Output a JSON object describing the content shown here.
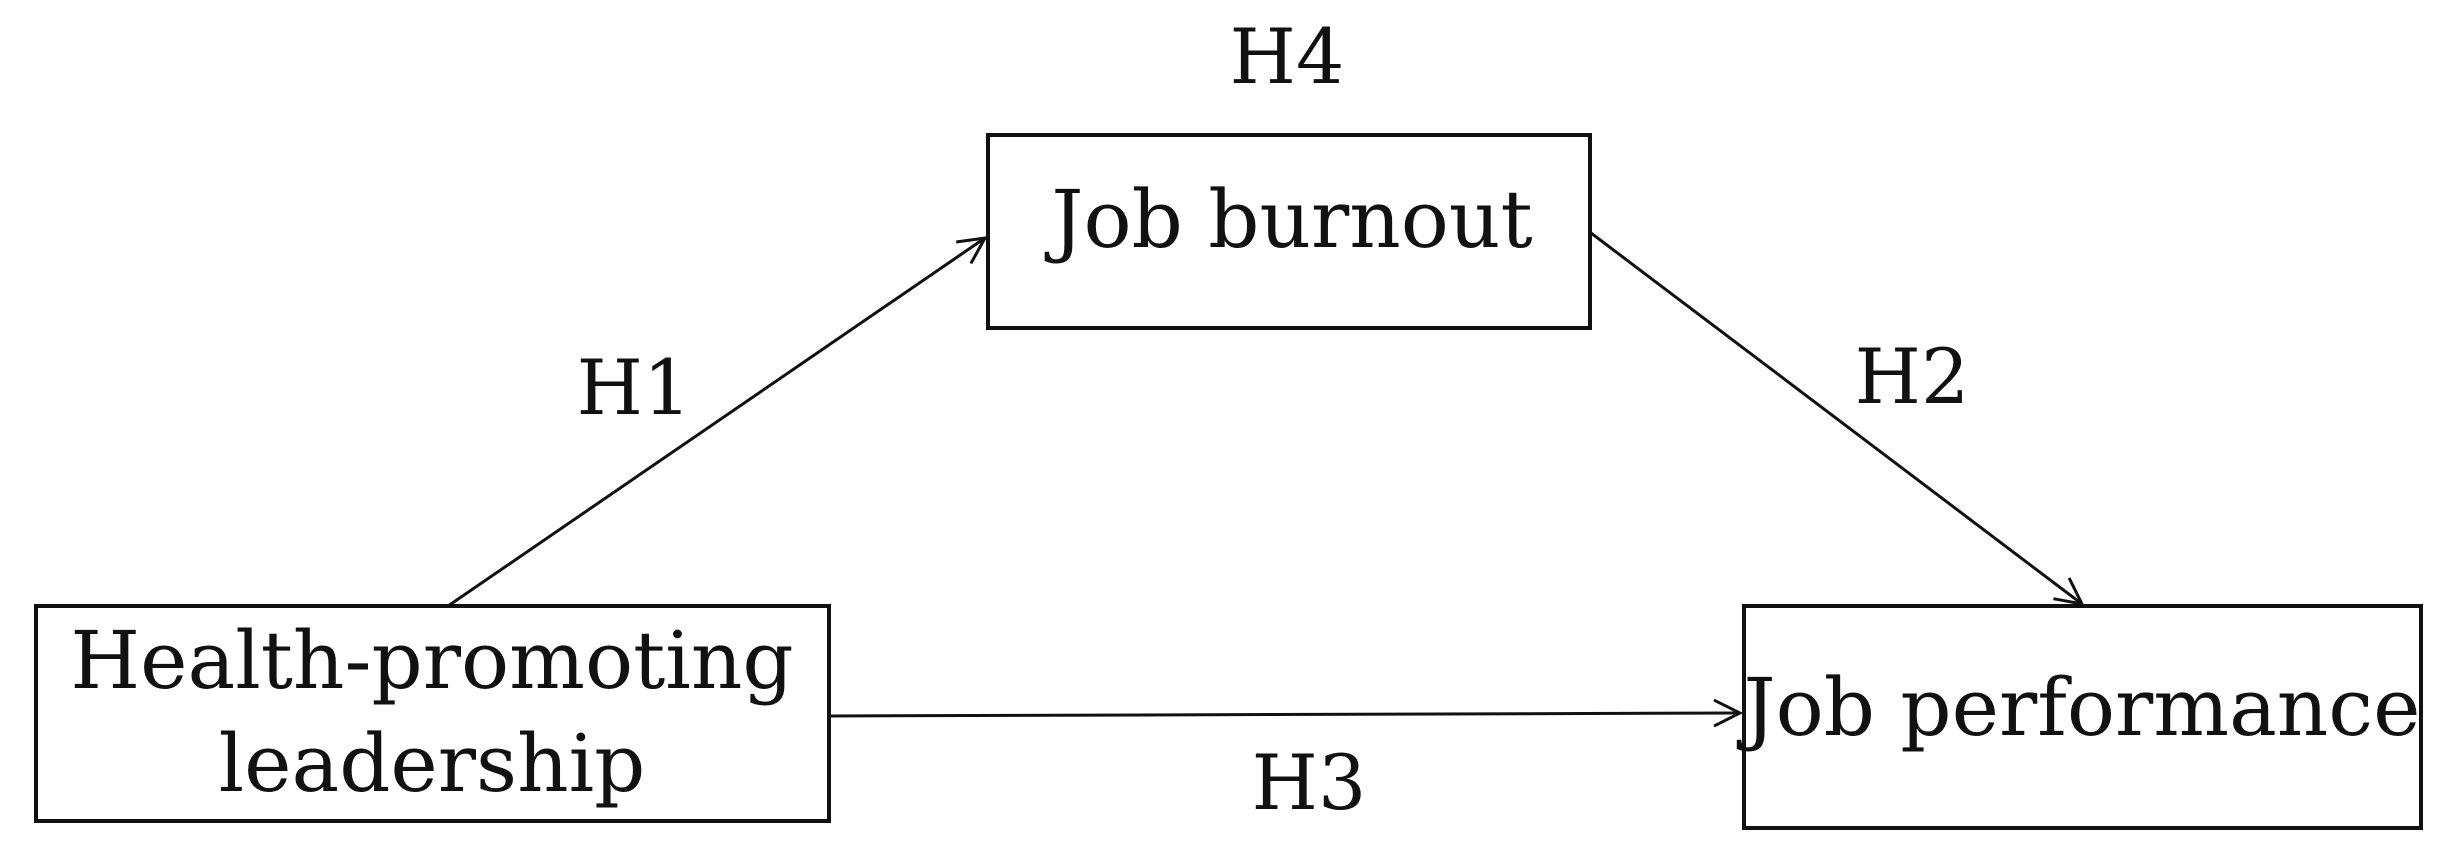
{
  "nodes": {
    "leadership": {
      "line1": "Health-promoting",
      "line2": "leadership"
    },
    "burnout": {
      "label": "Job burnout"
    },
    "performance": {
      "label": "Job performance"
    }
  },
  "hypotheses": {
    "h1": "H1",
    "h2": "H2",
    "h3": "H3",
    "h4": "H4"
  },
  "colors": {
    "stroke": "#111111",
    "background": "#ffffff"
  }
}
